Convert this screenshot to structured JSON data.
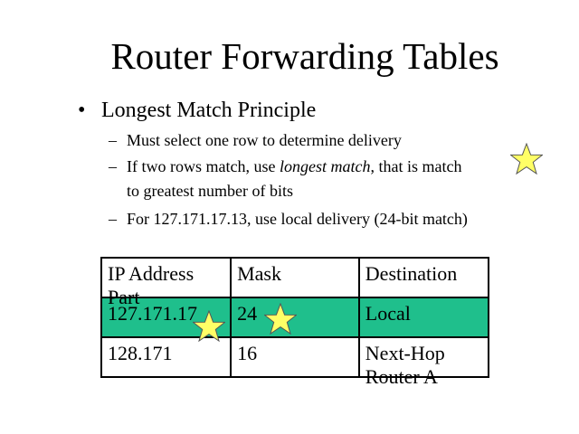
{
  "slide": {
    "title": "Router Forwarding Tables",
    "bullet": {
      "marker": "•",
      "text": "Longest Match Principle"
    },
    "subpoints": {
      "dash": "–",
      "item1": "Must select one row to determine delivery",
      "item2_before": "If two rows match, use ",
      "item2_italic": "longest match",
      "item2_after": ", that is match",
      "item2_cont": "to greatest number of bits",
      "item3": "For 127.171.17.13, use local delivery (24-bit match)"
    }
  },
  "table": {
    "headers": [
      "IP Address Part",
      "Mask",
      "Destination"
    ],
    "rows": [
      [
        "127.171.17",
        "24",
        "Local"
      ],
      [
        "128.171",
        "16",
        "Next-Hop Router A"
      ]
    ],
    "highlight_row": 0,
    "highlight_color": "#1fbf8c"
  },
  "decorations": {
    "star_icon": "star-icon",
    "star_color": "#ffff66"
  }
}
